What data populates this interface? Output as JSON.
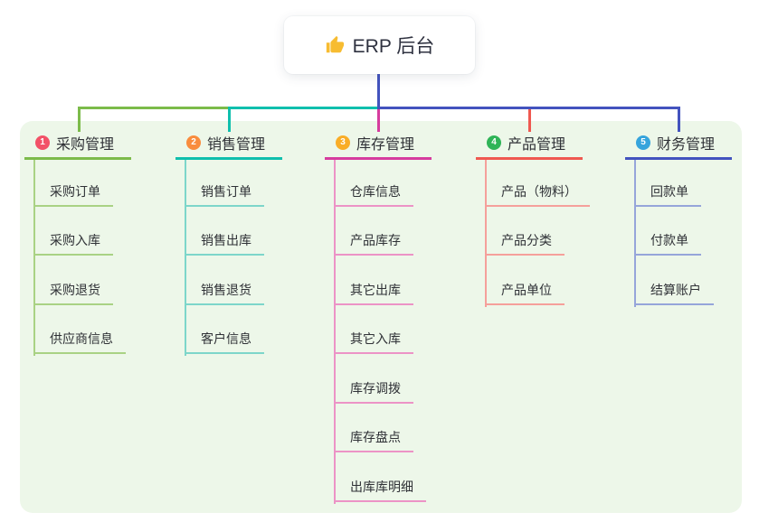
{
  "canvas": {
    "panel_bg": "#edf7e9",
    "page_bg": "#ffffff"
  },
  "root": {
    "label": "ERP 后台",
    "icon": "thumbs-up-icon",
    "icon_color": "#f7bc31",
    "line_color": "#4353be",
    "text_color": "#2f3240"
  },
  "branches": [
    {
      "number": "1",
      "label": "采购管理",
      "colors": {
        "badge": "#f25167",
        "line": "#7cbb4a",
        "child_line": "#a9d284"
      },
      "children": [
        "采购订单",
        "采购入库",
        "采购退货",
        "供应商信息"
      ]
    },
    {
      "number": "2",
      "label": "销售管理",
      "colors": {
        "badge": "#f98c3d",
        "line": "#0fbfad",
        "child_line": "#7dd6ca"
      },
      "children": [
        "销售订单",
        "销售出库",
        "销售退货",
        "客户信息"
      ]
    },
    {
      "number": "3",
      "label": "库存管理",
      "colors": {
        "badge": "#f9ad27",
        "line": "#d63c9e",
        "child_line": "#ec93c6"
      },
      "children": [
        "仓库信息",
        "产品库存",
        "其它出库",
        "其它入库",
        "库存调拨",
        "库存盘点",
        "出库库明细"
      ]
    },
    {
      "number": "4",
      "label": "产品管理",
      "colors": {
        "badge": "#2fb457",
        "line": "#ef5850",
        "child_line": "#f5a09b"
      },
      "children": [
        "产品（物料）",
        "产品分类",
        "产品单位"
      ]
    },
    {
      "number": "5",
      "label": "财务管理",
      "colors": {
        "badge": "#36a4dc",
        "line": "#4353be",
        "child_line": "#96a5da"
      },
      "children": [
        "回款单",
        "付款单",
        "结算账户"
      ]
    }
  ]
}
